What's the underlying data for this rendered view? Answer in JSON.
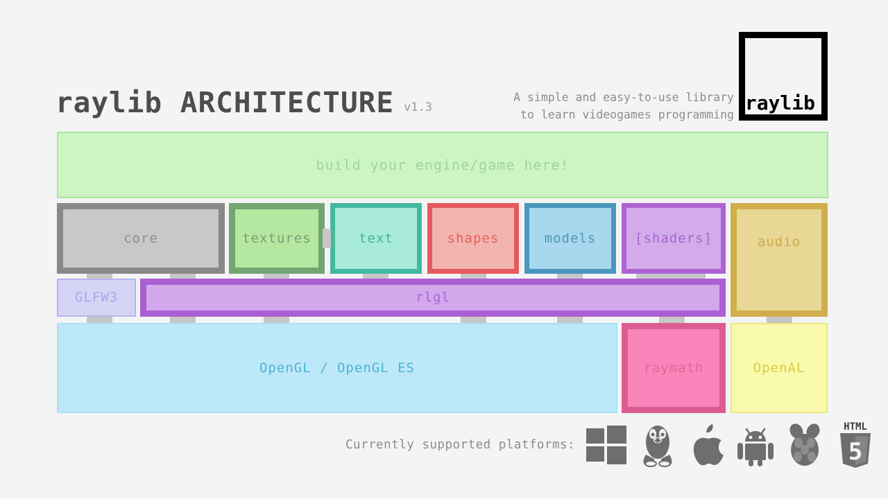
{
  "header": {
    "title": "raylib ARCHITECTURE",
    "version": "v1.3",
    "tagline_line1": "A simple and easy-to-use library",
    "tagline_line2": "to learn videogames programming",
    "logo_text": "raylib"
  },
  "banner": {
    "label": "build your engine/game here!",
    "fill": "#cdf5c4",
    "border": "#a8e59a",
    "text_color": "#9fd694"
  },
  "modules": [
    {
      "name": "core",
      "label": "core",
      "border": "#898989",
      "fill": "#c8c8c8",
      "text": "#8e8e8e"
    },
    {
      "name": "textures",
      "label": "textures",
      "border": "#71a572",
      "fill": "#b4e8a0",
      "text": "#7e9c77"
    },
    {
      "name": "text",
      "label": "text",
      "border": "#44b89e",
      "fill": "#a8ebd9",
      "text": "#3fb49b"
    },
    {
      "name": "shapes",
      "label": "shapes",
      "border": "#e55b5b",
      "fill": "#f2b4ae",
      "text": "#e95f5f"
    },
    {
      "name": "models",
      "label": "models",
      "border": "#4b96bd",
      "fill": "#a7d8ed",
      "text": "#5295b8"
    },
    {
      "name": "shaders",
      "label": "[shaders]",
      "border": "#ad63d4",
      "fill": "#d3abea",
      "text": "#a765d0"
    },
    {
      "name": "audio",
      "label": "audio",
      "border": "#cfae4b",
      "fill": "#e8d795",
      "text": "#cfa94c"
    }
  ],
  "middle": [
    {
      "name": "glfw3",
      "label": "GLFW3",
      "border": "#b5b5f0",
      "fill": "#d6d4f5",
      "text": "#a9a6ec"
    },
    {
      "name": "rlgl",
      "label": "rlgl",
      "border": "#ab5fd2",
      "fill": "#d3a7ec",
      "text": "#a765d0"
    }
  ],
  "bottom": [
    {
      "name": "opengl",
      "label": "OpenGL / OpenGL ES",
      "border": "#a8e0f5",
      "fill": "#bde8f9",
      "text": "#4bb4d6"
    },
    {
      "name": "raymath",
      "label": "raymath",
      "border": "#dd5d92",
      "fill": "#fa85bb",
      "text": "#e06798"
    },
    {
      "name": "openal",
      "label": "OpenAL",
      "border": "#ece87e",
      "fill": "#fafaac",
      "text": "#d7ce44"
    }
  ],
  "footer": {
    "label": "Currently supported platforms:",
    "platforms": [
      "windows",
      "linux",
      "apple",
      "android",
      "raspberrypi",
      "html5"
    ],
    "html5_top_text": "HTML",
    "html5_number": "5",
    "icon_color": "#6e6e6e"
  },
  "colors": {
    "background": "#f4f4f4",
    "tab": "#c6c6c6",
    "title": "#4d4d4d",
    "muted": "#8c8c8c"
  }
}
